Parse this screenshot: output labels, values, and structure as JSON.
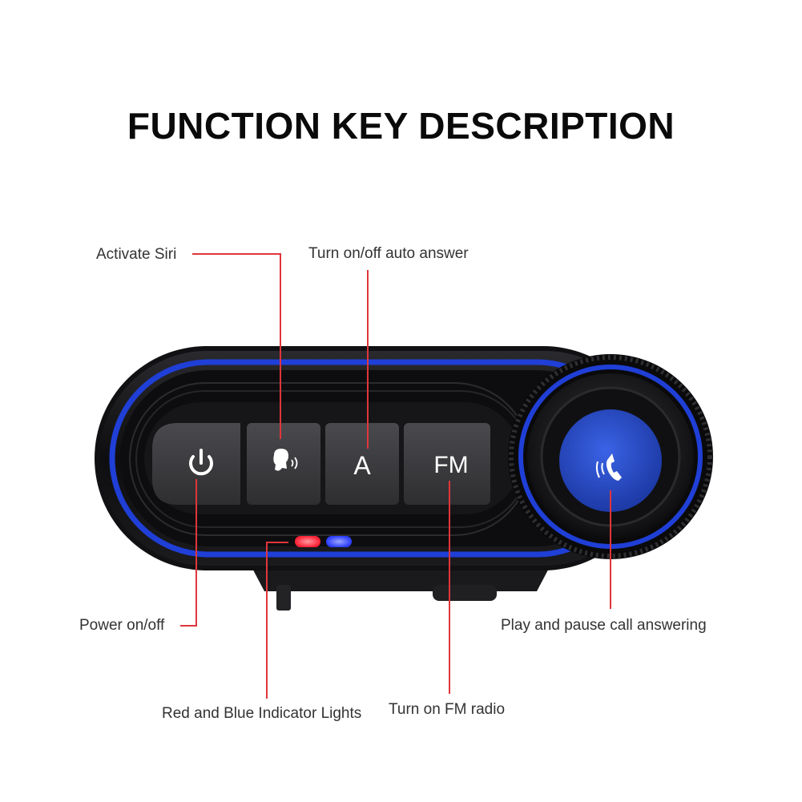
{
  "title": "FUNCTION KEY DESCRIPTION",
  "callouts": {
    "siri": "Activate Siri",
    "auto_answer": "Turn on/off auto answer",
    "power": "Power on/off",
    "indicators": "Red and Blue Indicator Lights",
    "fm": "Turn on FM radio",
    "call": "Play and pause call answering"
  },
  "buttons": {
    "auto_answer_key": "A",
    "fm_key": "FM"
  },
  "colors": {
    "accent_blue": "#1f3fd6",
    "callout_red": "#e0353b",
    "indicator_red": "#ff2a3c",
    "indicator_blue": "#3a4cff",
    "call_button_blue": "#2346b8"
  },
  "icons": [
    "power-icon",
    "voice-assistant-icon",
    "phone-ringing-icon"
  ]
}
